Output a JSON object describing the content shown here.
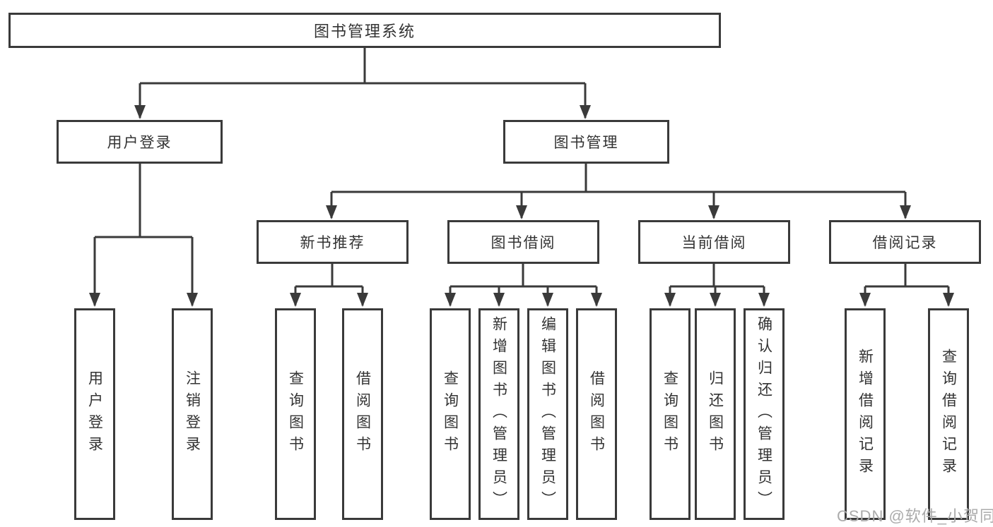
{
  "diagram": {
    "colors": {
      "line": "#3a3a3a",
      "text": "#333333",
      "box-bg": "#ffffff",
      "page-bg": "#ffffff",
      "watermark": "#ababab"
    },
    "nodes": {
      "root": "图书管理系统",
      "user_login": "用户登录",
      "book_mgmt": "图书管理",
      "new_rec": "新书推荐",
      "borrow": "图书借阅",
      "current": "当前借阅",
      "record": "借阅记录"
    },
    "leaves": {
      "login_user": "用户登录",
      "login_out": "注销登录",
      "rec_query": "查询图书",
      "rec_borrow": "借阅图书",
      "bor_query": "查询图书",
      "bor_add": "新增图书（管理员）",
      "bor_edit": "编辑图书（管理员）",
      "bor_borrow": "借阅图书",
      "cur_query": "查询图书",
      "cur_return": "归还图书",
      "cur_confirm": "确认归还（管理员）",
      "rcd_add": "新增借阅记录",
      "rcd_query": "查询借阅记录"
    },
    "watermark": "CSDN @软件_小贺同学"
  }
}
